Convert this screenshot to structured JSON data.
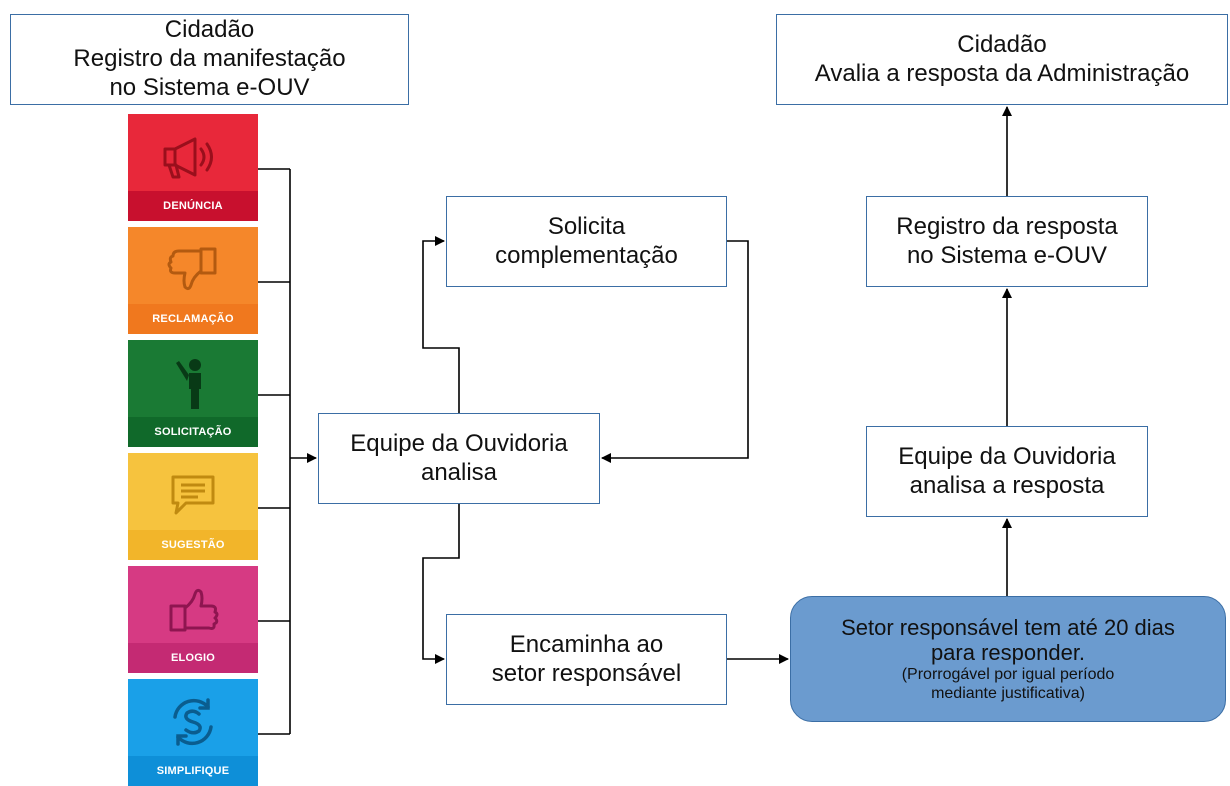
{
  "citizen_register": {
    "line1": "Cidadão",
    "line2": "Registro da manifestação",
    "line3": "no Sistema e-OUV"
  },
  "citizen_evaluate": {
    "line1": "Cidadão",
    "line2": "Avalia a resposta da Administração"
  },
  "request_complement": {
    "line1": "Solicita",
    "line2": "complementação"
  },
  "ombudsman_analyzes": {
    "line1": "Equipe da Ouvidoria",
    "line2": "analisa"
  },
  "forward_sector": {
    "line1": "Encaminha ao",
    "line2": "setor responsável"
  },
  "sector_deadline": {
    "line1": "Setor responsável tem até 20 dias",
    "line2": "para responder.",
    "line3": "(Prorrogável por igual período",
    "line4": "mediante justificativa)"
  },
  "register_response": {
    "line1": "Registro da resposta",
    "line2": "no Sistema e-OUV"
  },
  "ombudsman_analyzes_response": {
    "line1": "Equipe da Ouvidoria",
    "line2": "analisa a resposta"
  },
  "types": [
    {
      "label": "DENÚNCIA",
      "icon": "megaphone-icon",
      "color": "#e8283a",
      "band": "#c8102e"
    },
    {
      "label": "RECLAMAÇÃO",
      "icon": "thumbs-down-icon",
      "color": "#f5872a",
      "band": "#f0781e"
    },
    {
      "label": "SOLICITAÇÃO",
      "icon": "person-raising-hand-icon",
      "color": "#1a7a34",
      "band": "#10692a"
    },
    {
      "label": "SUGESTÃO",
      "icon": "speech-bubble-icon",
      "color": "#f6c33e",
      "band": "#f2b52a"
    },
    {
      "label": "ELOGIO",
      "icon": "thumbs-up-icon",
      "color": "#d63a83",
      "band": "#c42a73"
    },
    {
      "label": "SIMPLIFIQUE",
      "icon": "simplifique-icon",
      "color": "#1aa0e8",
      "band": "#0e8fd8"
    }
  ],
  "colors": {
    "box_border": "#3b6ea5",
    "rounded_fill": "#6b9bcf",
    "line": "#000000"
  }
}
